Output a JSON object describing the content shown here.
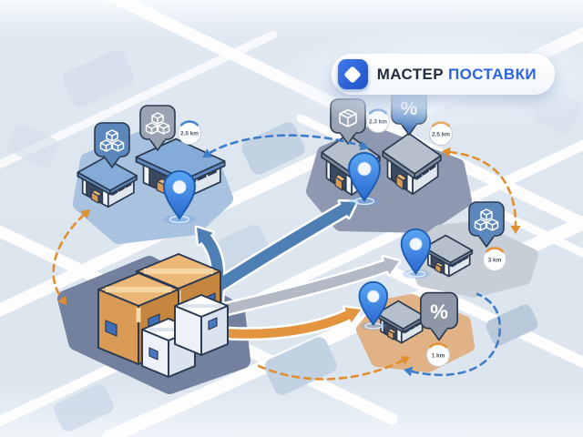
{
  "logo": {
    "brand_primary": "МАСТЕР",
    "brand_secondary": "ПОСТАВКИ",
    "accent_color": "#2d64e1",
    "icon": "diamond"
  },
  "map": {
    "distance_badges": [
      {
        "zone": "northwest",
        "label": "2.0 km",
        "arc_color": "#4b86c8"
      },
      {
        "zone": "north",
        "label": "2.3 km",
        "arc_color": "#4b86c8"
      },
      {
        "zone": "north",
        "label": "2.5 km",
        "arc_color": "#e2943e"
      },
      {
        "zone": "east",
        "label": "3 km",
        "arc_color": "#e2943e"
      },
      {
        "zone": "southeast",
        "label": "1 km",
        "arc_color": "#e2943e"
      }
    ],
    "discount_badges": [
      {
        "zone": "north",
        "symbol": "%",
        "style": "blue"
      },
      {
        "zone": "southeast",
        "symbol": "%",
        "style": "gray"
      }
    ],
    "cargo_bubbles": [
      {
        "zone": "northwest",
        "icon": "three-cubes",
        "style": "blue"
      },
      {
        "zone": "northwest",
        "icon": "three-cubes",
        "style": "gray"
      },
      {
        "zone": "north",
        "icon": "package",
        "style": "gray"
      },
      {
        "zone": "east",
        "icon": "three-cubes",
        "style": "blue"
      }
    ],
    "zones": [
      {
        "id": "northwest",
        "warehouses": 2,
        "pin": true
      },
      {
        "id": "north",
        "warehouses": 2,
        "pin": true
      },
      {
        "id": "east",
        "warehouses": 1,
        "pin": true
      },
      {
        "id": "southeast",
        "warehouses": 1,
        "pin": true
      },
      {
        "id": "depot",
        "boxes": 4
      }
    ],
    "solid_routes": [
      {
        "from": "depot",
        "to": "northwest",
        "color": "#4d7fb5"
      },
      {
        "from": "depot",
        "to": "north",
        "color": "#4d7fb5"
      },
      {
        "from": "depot",
        "to": "east",
        "color": "#b3bac5"
      },
      {
        "from": "depot",
        "to": "southeast",
        "color": "#e2943e"
      }
    ],
    "dashed_routes": [
      {
        "between": [
          "depot",
          "northwest"
        ],
        "color": "#e08f2e"
      },
      {
        "between": [
          "northwest",
          "north"
        ],
        "color": "#3f7dc9"
      },
      {
        "between": [
          "north",
          "east"
        ],
        "color": "#e08f2e"
      },
      {
        "between": [
          "depot",
          "southeast"
        ],
        "color": "#e08f2e"
      },
      {
        "between": [
          "east",
          "southeast"
        ],
        "color": "#3f7dc9"
      }
    ],
    "colors": {
      "background": "#dde5ef",
      "road": "#ffffff",
      "zone_northwest": "#a8c2e0",
      "zone_north": "#8e99b1",
      "zone_east": "#c7ced8",
      "zone_southeast": "#e0b285",
      "depot_platform": "#73819e",
      "pin": "#3f8ce8",
      "bubble_blue": "#5b87ba",
      "bubble_gray": "#99a3b2",
      "outline": "#2c3a50"
    }
  }
}
